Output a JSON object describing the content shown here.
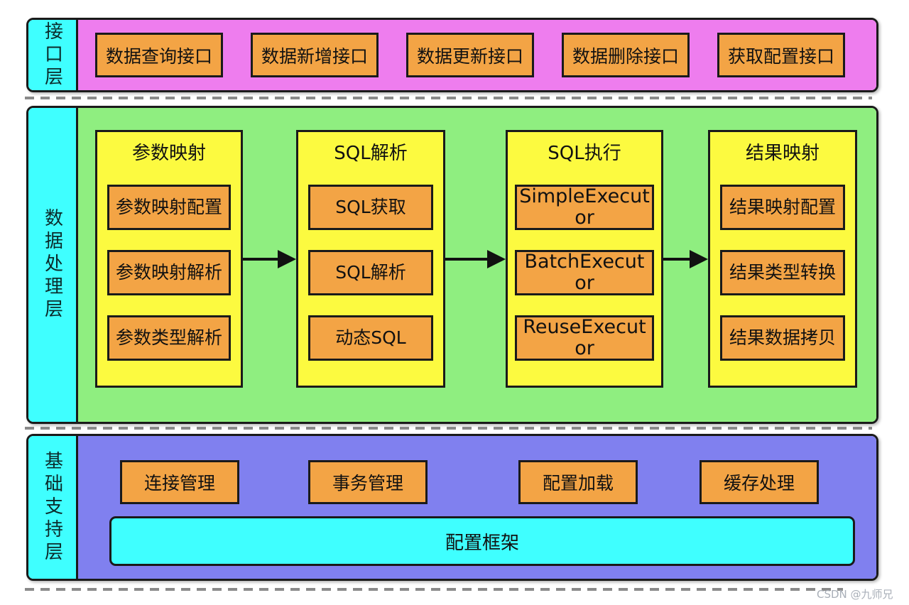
{
  "colors": {
    "label_bg": "#3FFFFF",
    "interface_bg": "#EE7DEE",
    "processing_bg": "#8FEE80",
    "foundation_bg": "#8080EF",
    "box_orange": "#F3A445",
    "column_yellow": "#FCFA40",
    "config_cyan": "#3FFFFF",
    "border": "#1A1A1A"
  },
  "layers": {
    "interface": {
      "label": "接口层",
      "boxes": [
        "数据查询接口",
        "数据新增接口",
        "数据更新接口",
        "数据删除接口",
        "获取配置接口"
      ]
    },
    "processing": {
      "label": "数据处理层",
      "columns": [
        {
          "title": "参数映射",
          "items": [
            "参数映射配置",
            "参数映射解析",
            "参数类型解析"
          ]
        },
        {
          "title": "SQL解析",
          "items": [
            "SQL获取",
            "SQL解析",
            "动态SQL"
          ]
        },
        {
          "title": "SQL执行",
          "items": [
            "SimpleExecutor",
            "BatchExecutor",
            "ReuseExecutor"
          ]
        },
        {
          "title": "结果映射",
          "items": [
            "结果映射配置",
            "结果类型转换",
            "结果数据拷贝"
          ]
        }
      ]
    },
    "foundation": {
      "label": "基础支持层",
      "boxes": [
        "连接管理",
        "事务管理",
        "配置加载",
        "缓存处理"
      ],
      "wide_box": "配置框架"
    }
  },
  "watermark": "CSDN @九师兄"
}
